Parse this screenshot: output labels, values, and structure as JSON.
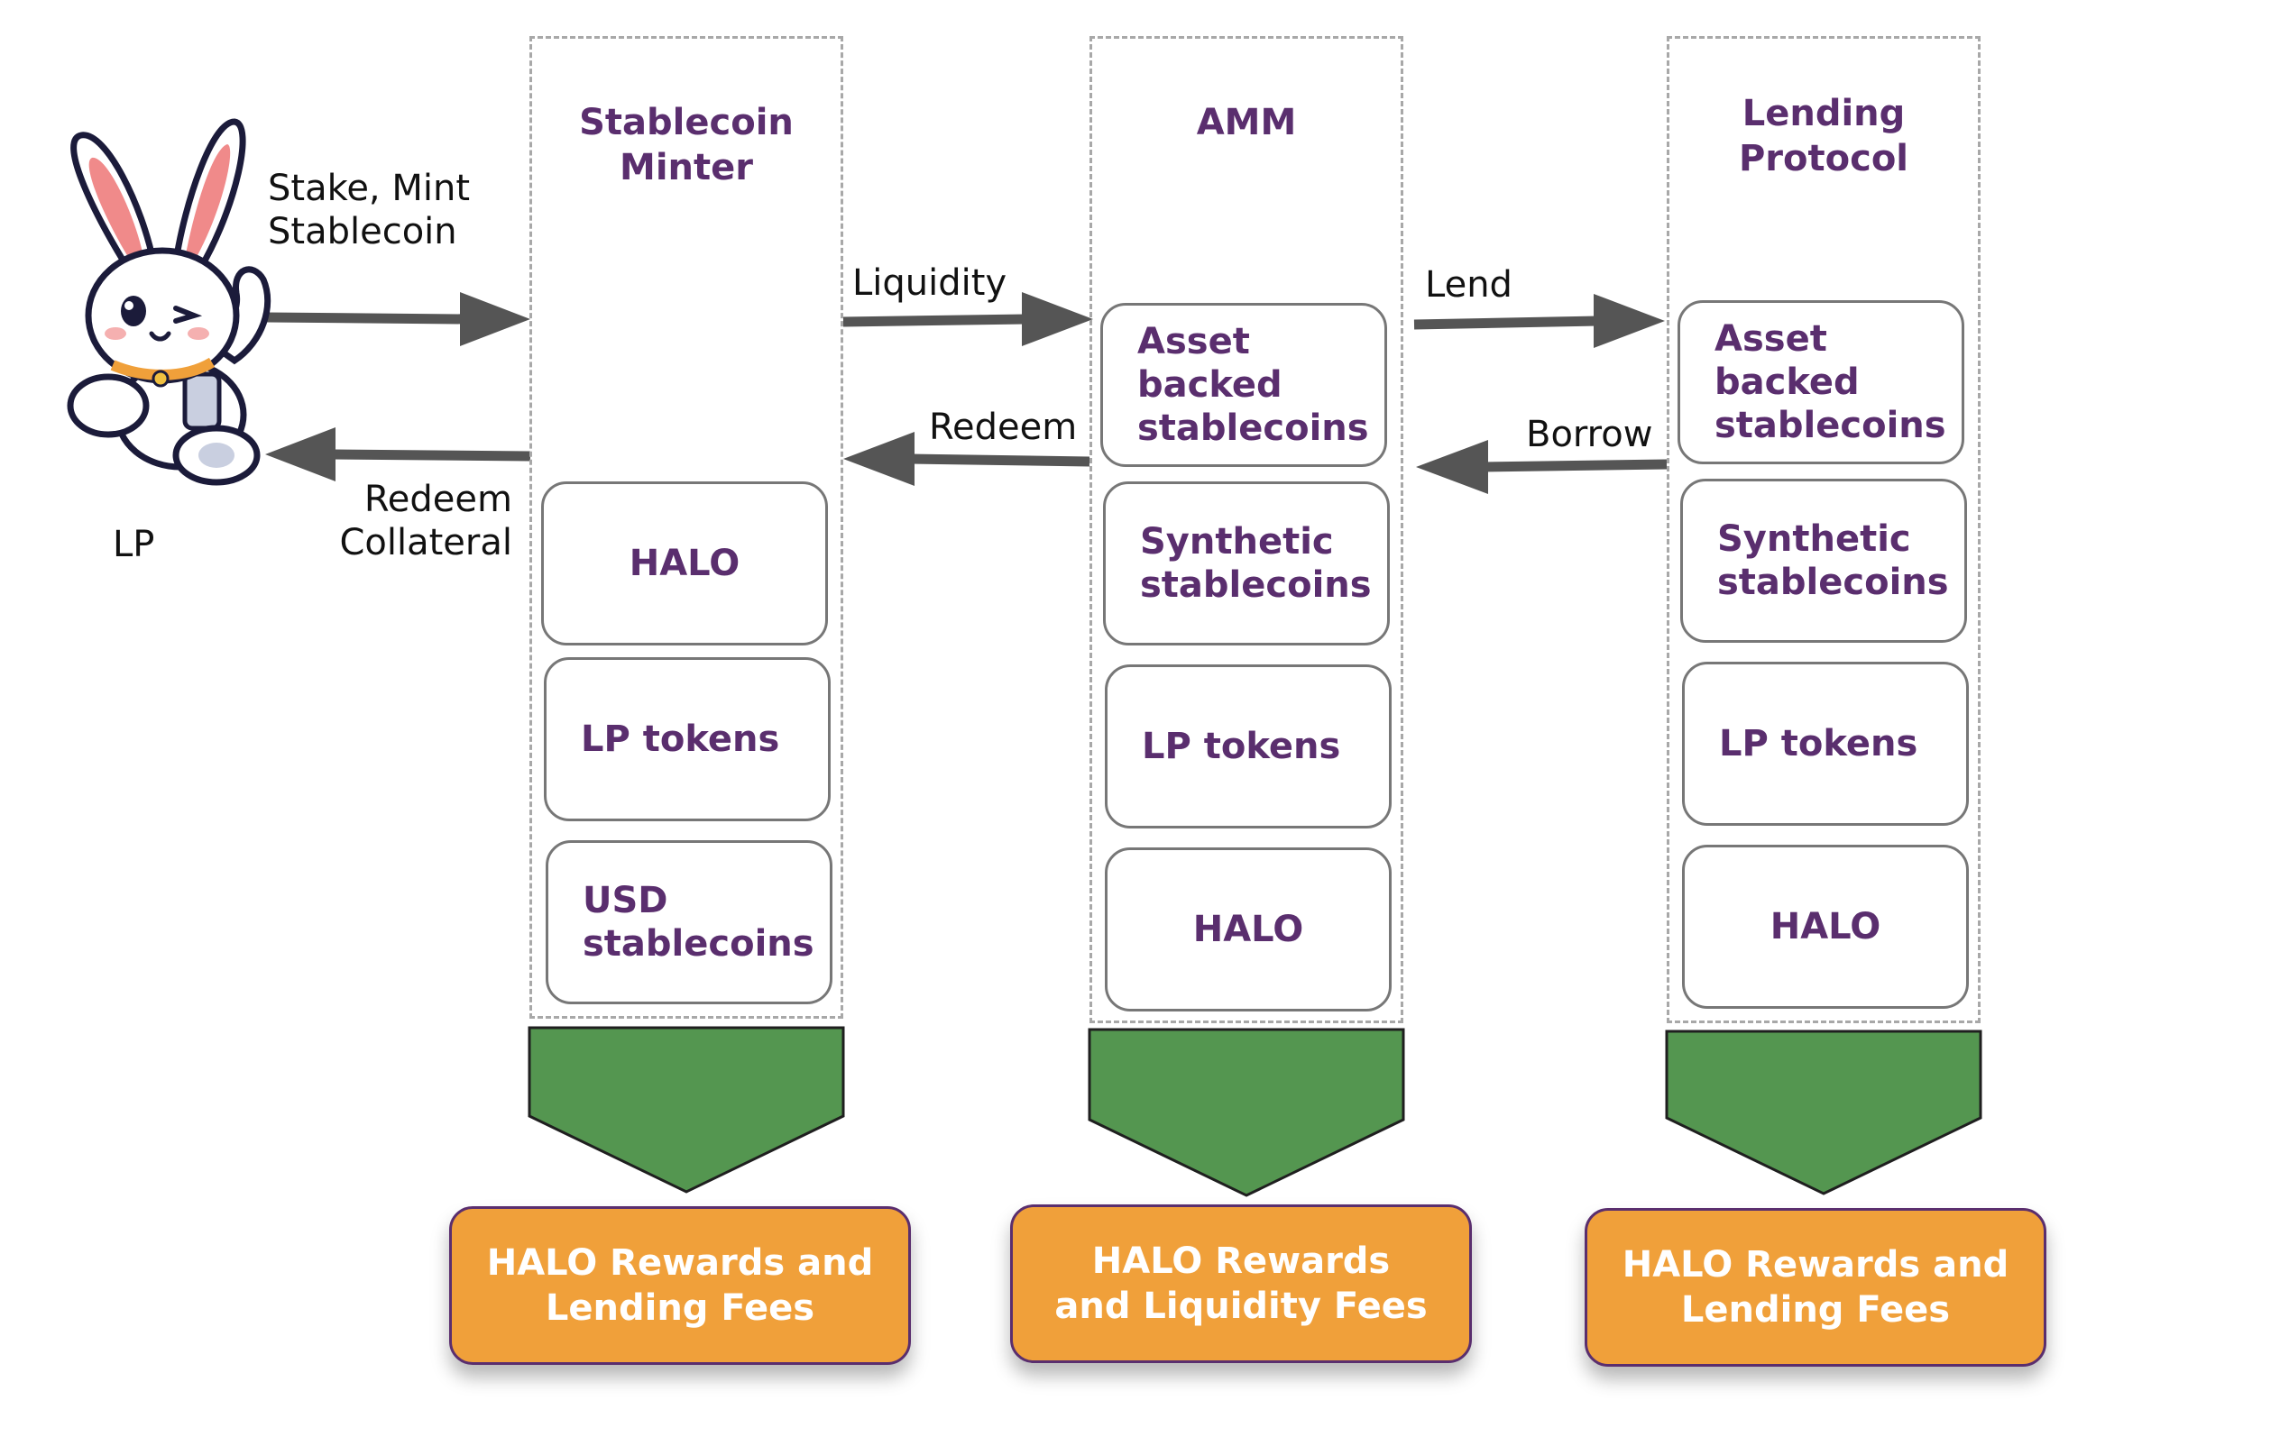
{
  "actor": {
    "label": "LP",
    "icon": "bunny-mascot-icon"
  },
  "flows": {
    "stake": "Stake, Mint\nStablecoin",
    "redeem_collateral": "Redeem\nCollateral",
    "liquidity": "Liquidity",
    "redeem": "Redeem",
    "lend": "Lend",
    "borrow": "Borrow"
  },
  "columns": [
    {
      "title": "Stablecoin\nMinter",
      "items": [
        "HALO",
        "LP tokens",
        "USD\nstablecoins"
      ],
      "reward": "HALO Rewards and\nLending Fees"
    },
    {
      "title": "AMM",
      "items": [
        "Asset\nbacked\nstablecoins",
        "Synthetic\nstablecoins",
        "LP tokens",
        "HALO"
      ],
      "reward": "HALO Rewards\nand Liquidity Fees"
    },
    {
      "title": "Lending\nProtocol",
      "items": [
        "Asset\nbacked\nstablecoins",
        "Synthetic\nstablecoins",
        "LP tokens",
        "HALO"
      ],
      "reward": "HALO Rewards and\nLending Fees"
    }
  ],
  "colors": {
    "title_text": "#5a2e6e",
    "chevron": "#549650",
    "reward_fill": "#f0a03a",
    "arrow": "#555555"
  }
}
